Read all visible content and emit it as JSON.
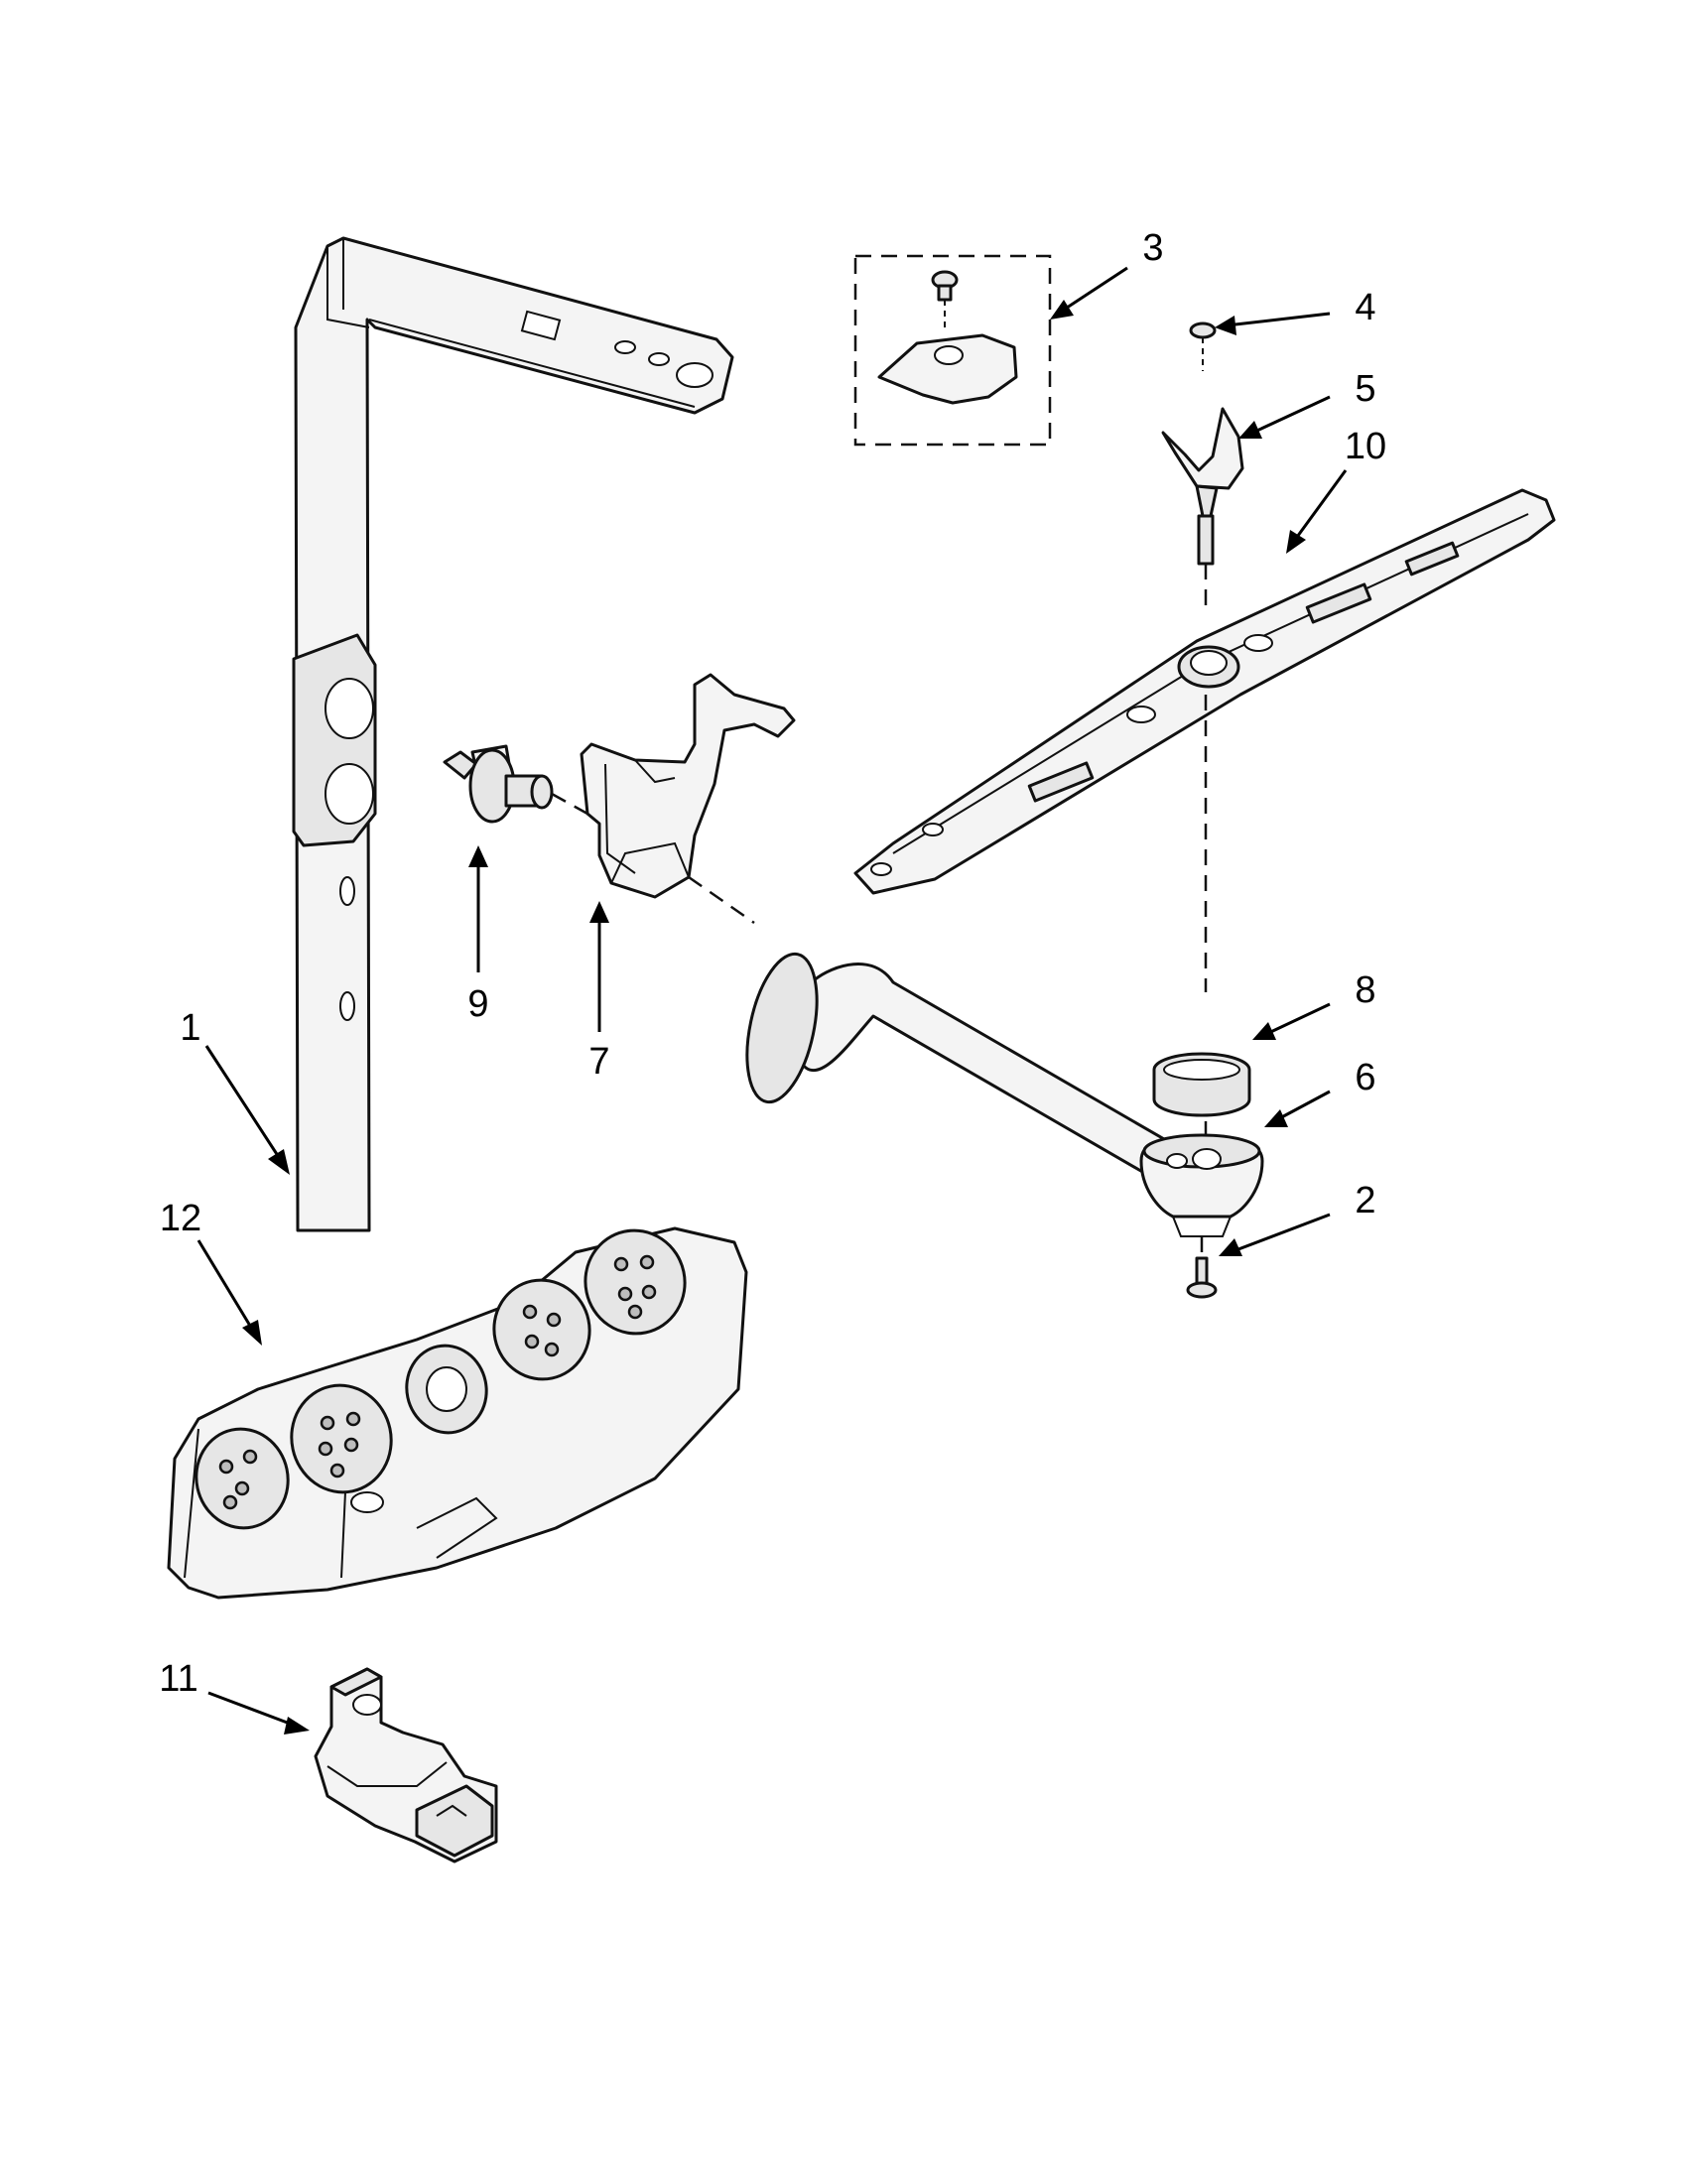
{
  "callouts": [
    {
      "id": "1",
      "label": "1"
    },
    {
      "id": "2",
      "label": "2"
    },
    {
      "id": "3",
      "label": "3"
    },
    {
      "id": "4",
      "label": "4"
    },
    {
      "id": "5",
      "label": "5"
    },
    {
      "id": "6",
      "label": "6"
    },
    {
      "id": "7",
      "label": "7"
    },
    {
      "id": "8",
      "label": "8"
    },
    {
      "id": "9",
      "label": "9"
    },
    {
      "id": "10",
      "label": "10"
    },
    {
      "id": "11",
      "label": "11"
    },
    {
      "id": "12",
      "label": "12"
    }
  ],
  "colors": {
    "line": "#111111",
    "fill": "#f4f4f4",
    "shade": "#e6e6e6",
    "background": "#ffffff"
  }
}
